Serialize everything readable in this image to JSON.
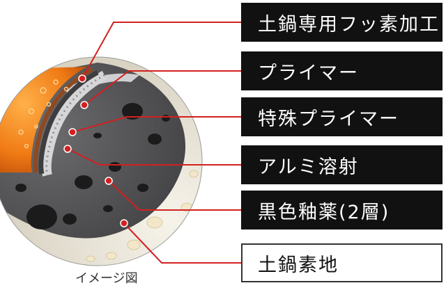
{
  "caption": "イメージ図",
  "layers": [
    {
      "label": "土鍋専用フッ素加工",
      "style": "dark"
    },
    {
      "label": "プライマー",
      "style": "dark"
    },
    {
      "label": "特殊プライマー",
      "style": "dark"
    },
    {
      "label": "アルミ溶射",
      "style": "dark"
    },
    {
      "label": "黒色釉薬(2層)",
      "style": "dark"
    },
    {
      "label": "土鍋素地",
      "style": "light"
    }
  ],
  "colors": {
    "leader_line": "#d41f1f",
    "label_dark_bg": "#111111",
    "label_dark_text": "#ffffff",
    "coating_orange": "#f07a14",
    "porous_gray": "#5a5a5c",
    "clay_body": "#ece8dc"
  }
}
